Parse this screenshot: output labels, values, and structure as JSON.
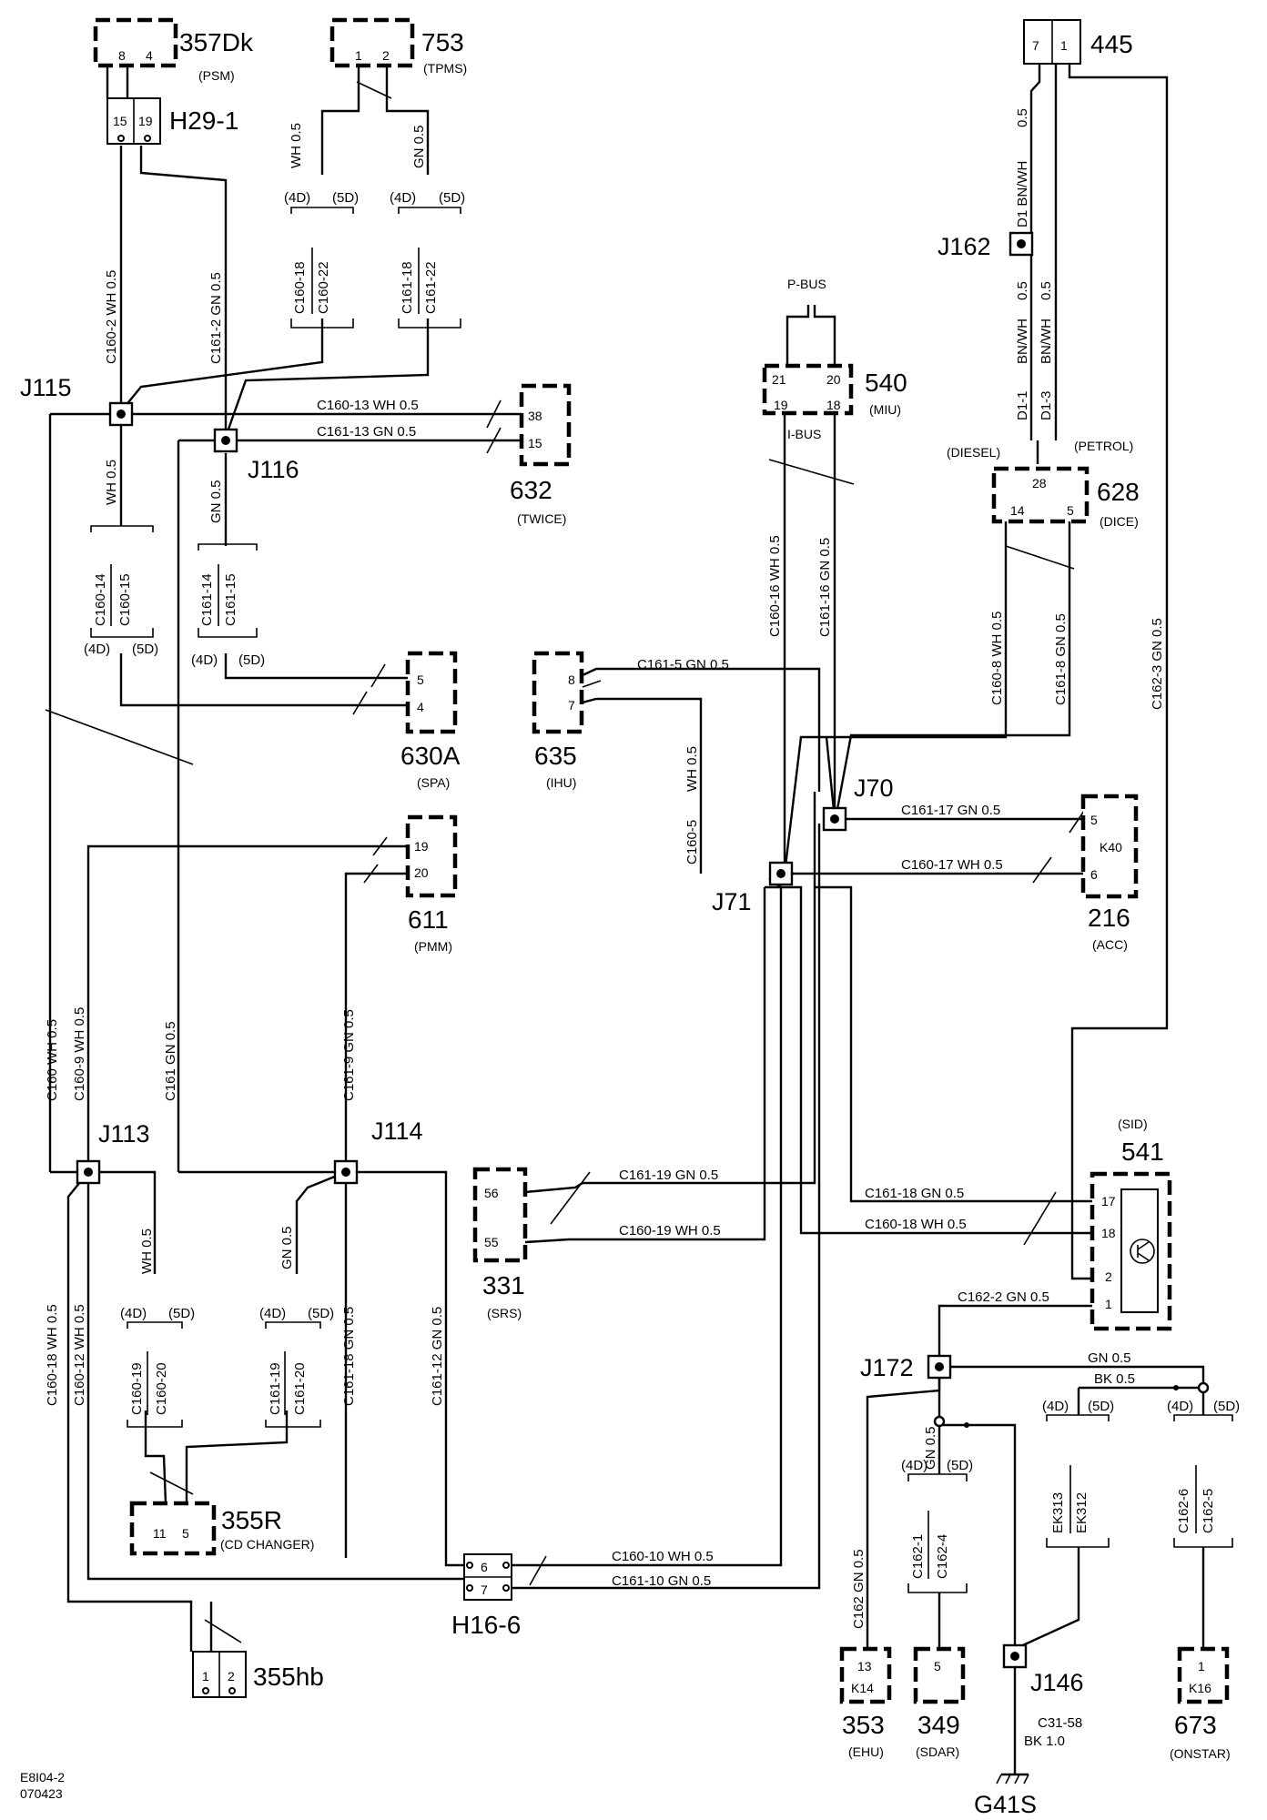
{
  "components": {
    "c357": {
      "id": "357Dk",
      "sub": "(PSM)",
      "pins": [
        "8",
        "4"
      ]
    },
    "c753": {
      "id": "753",
      "sub": "(TPMS)",
      "pins": [
        "1",
        "2"
      ]
    },
    "c445": {
      "id": "445",
      "pins": [
        "7",
        "1"
      ]
    },
    "c540": {
      "id": "540",
      "sub": "(MIU)",
      "pins": [
        "21",
        "20",
        "19",
        "18"
      ],
      "bus_top": "P-BUS",
      "bus_bottom": "I-BUS"
    },
    "c632": {
      "id": "632",
      "sub": "(TWICE)",
      "pins": [
        "38",
        "15"
      ]
    },
    "c628": {
      "id": "628",
      "sub": "(DICE)",
      "pins": [
        "28",
        "14",
        "5"
      ],
      "diesel": "(DIESEL)",
      "petrol": "(PETROL)"
    },
    "c630a": {
      "id": "630A",
      "sub": "(SPA)",
      "pins": [
        "5",
        "4"
      ]
    },
    "c635": {
      "id": "635",
      "sub": "(IHU)",
      "pins": [
        "8",
        "7"
      ]
    },
    "c611": {
      "id": "611",
      "sub": "(PMM)",
      "pins": [
        "19",
        "20"
      ]
    },
    "c216": {
      "id": "216",
      "sub": "(ACC)",
      "pins": [
        "5",
        "K40",
        "6"
      ]
    },
    "c541": {
      "id": "541",
      "sub": "(SID)",
      "pins": [
        "17",
        "18",
        "2",
        "1"
      ]
    },
    "c331": {
      "id": "331",
      "sub": "(SRS)",
      "pins": [
        "56",
        "55"
      ]
    },
    "c355r": {
      "id": "355R",
      "sub": "(CD CHANGER)",
      "pins": [
        "11",
        "5"
      ]
    },
    "c353": {
      "id": "353",
      "sub": "(EHU)",
      "pins": [
        "13",
        "K14"
      ]
    },
    "c349": {
      "id": "349",
      "sub": "(SDAR)",
      "pins": [
        "5"
      ]
    },
    "c673": {
      "id": "673",
      "sub": "(ONSTAR)",
      "pins": [
        "1",
        "K16"
      ]
    },
    "h29": {
      "id": "H29-1",
      "pins": [
        "15",
        "19"
      ]
    },
    "h16": {
      "id": "H16-6",
      "pins": [
        "6",
        "7"
      ]
    },
    "c355hb": {
      "id": "355hb",
      "pins": [
        "1",
        "2"
      ]
    }
  },
  "junctions": {
    "j115": "J115",
    "j116": "J116",
    "j113": "J113",
    "j114": "J114",
    "j70": "J70",
    "j71": "J71",
    "j162": "J162",
    "j172": "J172",
    "j146": "J146",
    "g41s": "G41S"
  },
  "wires": {
    "w1": "C160-2  WH 0.5",
    "w2": "C161-2  GN 0.5",
    "w3": "WH 0.5",
    "w4": "GN 0.5",
    "w5": "WH 0.5",
    "w6": "GN 0.5",
    "w7": "C160-13   WH 0.5",
    "w8": "C161-13   GN 0.5",
    "w9": "0.5",
    "w10": "D1  BN/WH",
    "w11": "0.5",
    "w12": "0.5",
    "w13": "BN/WH",
    "w14": "BN/WH",
    "w15": "D1-1",
    "w16": "D1-3",
    "w17": "C160-16   WH 0.5",
    "w18": "C161-16   GN 0.5",
    "w19": "C161-5      GN  0.5",
    "w20": "WH 0.5",
    "w21": "C160-5",
    "w22": "C160-8   WH 0.5",
    "w23": "C161-8   GN 0.5",
    "w24": "C162-3   GN  0.5",
    "w25": "C161-17   GN  0.5",
    "w26": "C160-17   WH  0.5",
    "w27": "C160   WH  0.5",
    "w28": "C160-9  WH 0.5",
    "w29": "C161   GN  0.5",
    "w30": "C161-9   GN  0.5",
    "w31": "C161-19   GN  0.5",
    "w32": "C160-19   WH 0.5",
    "w33": "C161-18   GN  0.5",
    "w34": "C160-18   WH  0.5",
    "w35": "C162-2   GN  0.5",
    "w36": "WH 0.5",
    "w37": "GN 0.5",
    "w38": "C160-18 WH 0.5",
    "w39": "C160-12  WH 0.5",
    "w40": "C161-18  GN 0.5",
    "w41": "C161-12  GN 0.5",
    "w42": "C160-10   WH  0.5",
    "w43": "C161-10   GN  0.5",
    "w44": "GN   0.5",
    "w45": "BK   0.5",
    "w46": "GN 0.5",
    "w47": "C162   GN  0.5",
    "w48": "C31-58",
    "w49": "BK   1.0"
  },
  "splices": {
    "s1": {
      "v4": "(4D)",
      "v5": "(5D)",
      "a": "C160-18",
      "b": "C160-22"
    },
    "s2": {
      "v4": "(4D)",
      "v5": "(5D)",
      "a": "C161-18",
      "b": "C161-22"
    },
    "s3": {
      "v4": "(4D)",
      "v5": "(5D)",
      "a": "C160-14",
      "b": "C160-15"
    },
    "s4": {
      "v4": "(4D)",
      "v5": "(5D)",
      "a": "C161-14",
      "b": "C161-15"
    },
    "s5": {
      "v4": "(4D)",
      "v5": "(5D)",
      "a": "C160-19",
      "b": "C160-20"
    },
    "s6": {
      "v4": "(4D)",
      "v5": "(5D)",
      "a": "C161-19",
      "b": "C161-20"
    },
    "s7": {
      "v4": "(4D)",
      "v5": "(5D)",
      "a": "C162-1",
      "b": "C162-4"
    },
    "s8": {
      "v4": "(4D)",
      "v5": "(5D)",
      "a": "EK313",
      "b": "EK312"
    },
    "s9": {
      "v4": "(4D)",
      "v5": "(5D)",
      "a": "C162-6",
      "b": "C162-5"
    }
  },
  "footer": {
    "code1": "E8I04-2",
    "code2": "070423"
  }
}
